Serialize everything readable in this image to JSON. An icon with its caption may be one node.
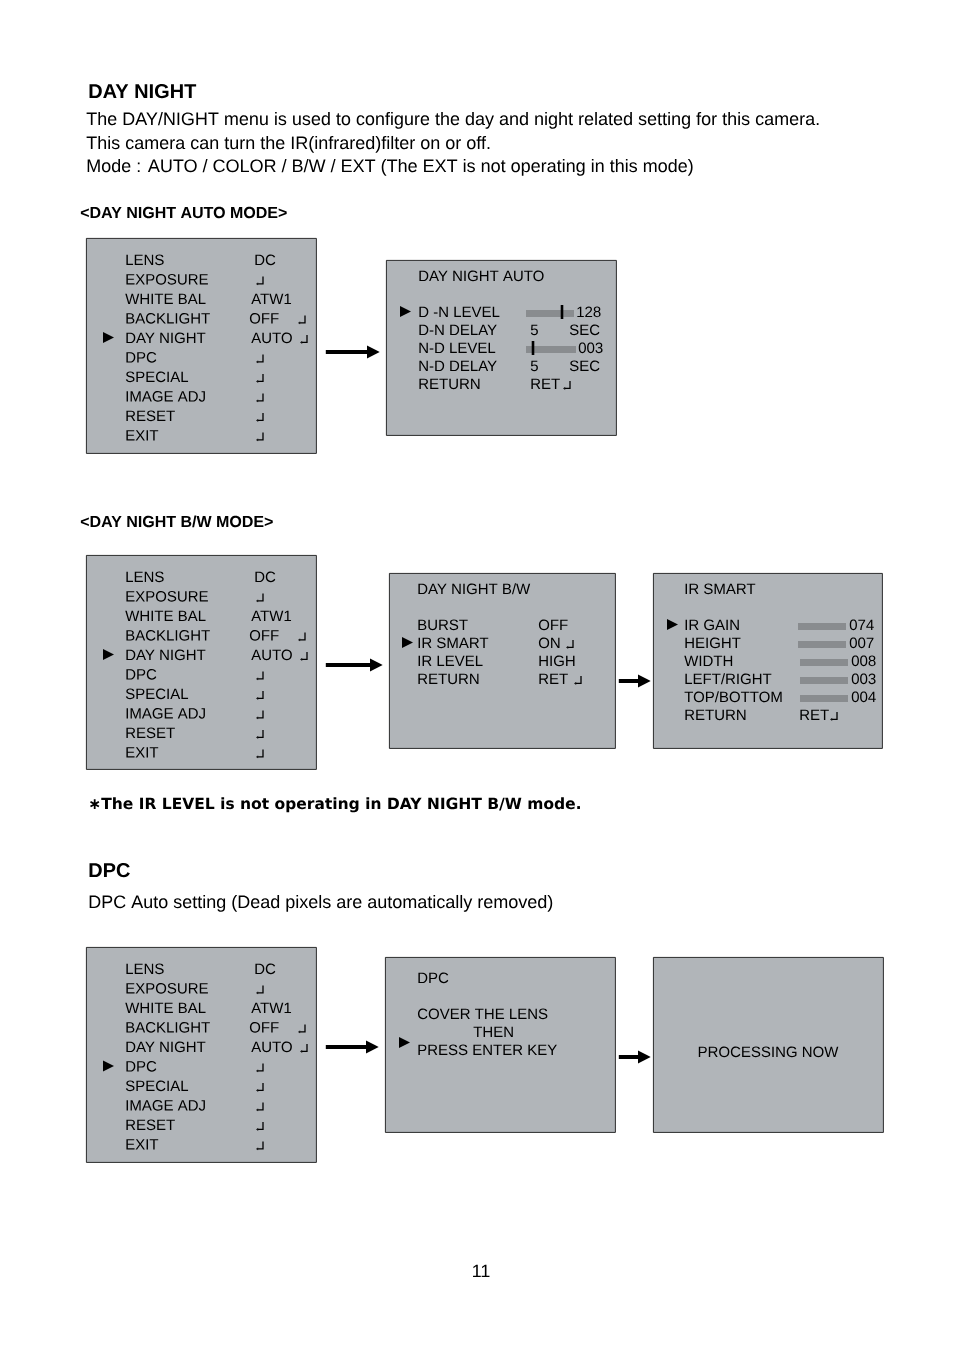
{
  "diagram": {
    "nodes": [
      {
        "text": [
          "LENS",
          "DC",
          "EXPOSURE",
          "WHITE BAL",
          "ATW1",
          "BACKLIGHT",
          "OFF",
          "DAY NIGHT",
          "AUTO",
          "DPC",
          "SPECIAL",
          "IMAGE ADJ",
          "RESET",
          "EXIT"
        ]
      },
      {
        "text": [
          "DAY NIGHT AUTO",
          "D -N LEVEL",
          "128",
          "D-N DELAY",
          "5",
          "SEC",
          "N-D LEVEL",
          "003",
          "N-D DELAY",
          "5",
          "SEC",
          "RETURN",
          "RET"
        ]
      },
      {
        "text": [
          "LENS",
          "DC",
          "EXPOSURE",
          "WHITE BAL",
          "ATW1",
          "BACKLIGHT",
          "OFF",
          "DAY NIGHT",
          "AUTO",
          "DPC",
          "SPECIAL",
          "IMAGE ADJ",
          "RESET",
          "EXIT"
        ]
      },
      {
        "text": [
          "DAY NIGHT B/W",
          "BURST",
          "OFF",
          "IR SMART",
          "ON",
          "IR LEVEL",
          "HIGH",
          "RETURN",
          "RET"
        ]
      },
      {
        "text": [
          "IR SMART",
          "IR GAIN",
          "074",
          "HEIGHT",
          "007",
          "WIDTH",
          "008",
          "LEFT/RIGHT",
          "003",
          "TOP/BOTTOM",
          "004",
          "RETURN",
          "RET"
        ]
      },
      {
        "text": [
          "LENS",
          "DC",
          "EXPOSURE",
          "WHITE BAL",
          "ATW1",
          "BACKLIGHT",
          "OFF",
          "DAY NIGHT",
          "AUTO",
          "DPC",
          "SPECIAL",
          "IMAGE ADJ",
          "RESET",
          "EXIT"
        ]
      },
      {
        "text": [
          "DPC",
          "COVER THE LENS",
          "THEN",
          "PRESS ENTER KEY"
        ]
      },
      {
        "text": [
          "PROCESSING NOW"
        ]
      }
    ],
    "edges": [
      {
        "from": 0,
        "to": 1,
        "arrow": "to"
      },
      {
        "from": 2,
        "to": 3,
        "arrow": "to"
      },
      {
        "from": 3,
        "to": 4,
        "arrow": "to"
      },
      {
        "from": 5,
        "to": 6,
        "arrow": "to"
      },
      {
        "from": 6,
        "to": 7,
        "arrow": "to"
      }
    ],
    "labels": [
      "DAY NIGHT",
      "The DAY/NIGHT menu is used to configure the day and night related setting for this camera.",
      "This camera can turn the IR(infrared)filter on or off.",
      "Mode : AUTO / COLOR / B/W / EXT (The EXT is not operating in this mode)",
      "<DAY NIGHT AUTO MODE>",
      "<DAY NIGHT B/W MODE>",
      "∗The IR LEVEL is not operating in DAY NIGHT B/W mode.",
      "DPC",
      "DPC Auto setting (Dead pixels are automatically removed)",
      "11"
    ]
  }
}
